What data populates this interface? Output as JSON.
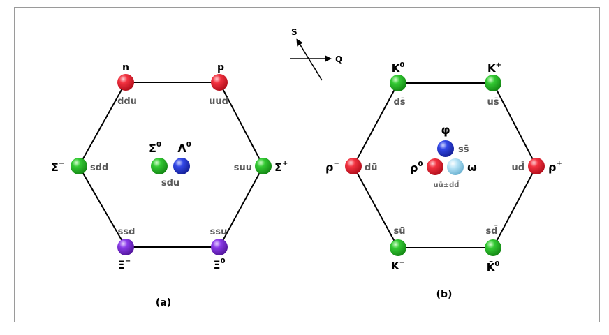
{
  "colors": {
    "red": "#e8192c",
    "green": "#27b827",
    "purple": "#7a2fd4",
    "blue": "#2a3fd9",
    "lightblue": "#a9dcf2",
    "line": "#000000",
    "frame": "#999999"
  },
  "axis": {
    "s": "S",
    "q": "Q"
  },
  "panel_a": {
    "caption": "(a)",
    "n": {
      "name": "n",
      "quark": "ddu",
      "color": "red"
    },
    "p": {
      "name": "p",
      "quark": "uud",
      "color": "red"
    },
    "sigma_minus": {
      "name": "Σ",
      "sup": "−",
      "quark": "sdd",
      "color": "green"
    },
    "sigma_plus": {
      "name": "Σ",
      "sup": "+",
      "quark": "suu",
      "color": "green"
    },
    "sigma0": {
      "name": "Σ",
      "sup": "0",
      "color": "green"
    },
    "lambda0": {
      "name": "Λ",
      "sup": "0",
      "color": "blue"
    },
    "center_quark": "sdu",
    "xi_minus": {
      "name": "Ξ",
      "sup": "−",
      "quark": "ssd",
      "color": "purple"
    },
    "xi0": {
      "name": "Ξ",
      "sup": "0",
      "quark": "ssu",
      "color": "purple"
    }
  },
  "panel_b": {
    "caption": "(b)",
    "k0": {
      "name": "K",
      "sup": "0",
      "quark": "ds̄",
      "color": "green"
    },
    "kplus": {
      "name": "K",
      "sup": "+",
      "quark": "us̄",
      "color": "green"
    },
    "rho_minus": {
      "name": "ρ",
      "sup": "−",
      "quark": "dū",
      "color": "red"
    },
    "rho_plus": {
      "name": "ρ",
      "sup": "+",
      "quark": "ud̄",
      "color": "red"
    },
    "phi": {
      "name": "φ",
      "quark": "ss̄",
      "color": "blue"
    },
    "rho0": {
      "name": "ρ",
      "sup": "0",
      "color": "red"
    },
    "omega": {
      "name": "ω",
      "color": "lightblue"
    },
    "center_quark": "uū±dd̄",
    "kminus": {
      "name": "K",
      "sup": "−",
      "quark": "sū",
      "color": "green"
    },
    "k0bar": {
      "name": "K̄",
      "sup": "0",
      "quark": "sd̄",
      "color": "green"
    }
  }
}
